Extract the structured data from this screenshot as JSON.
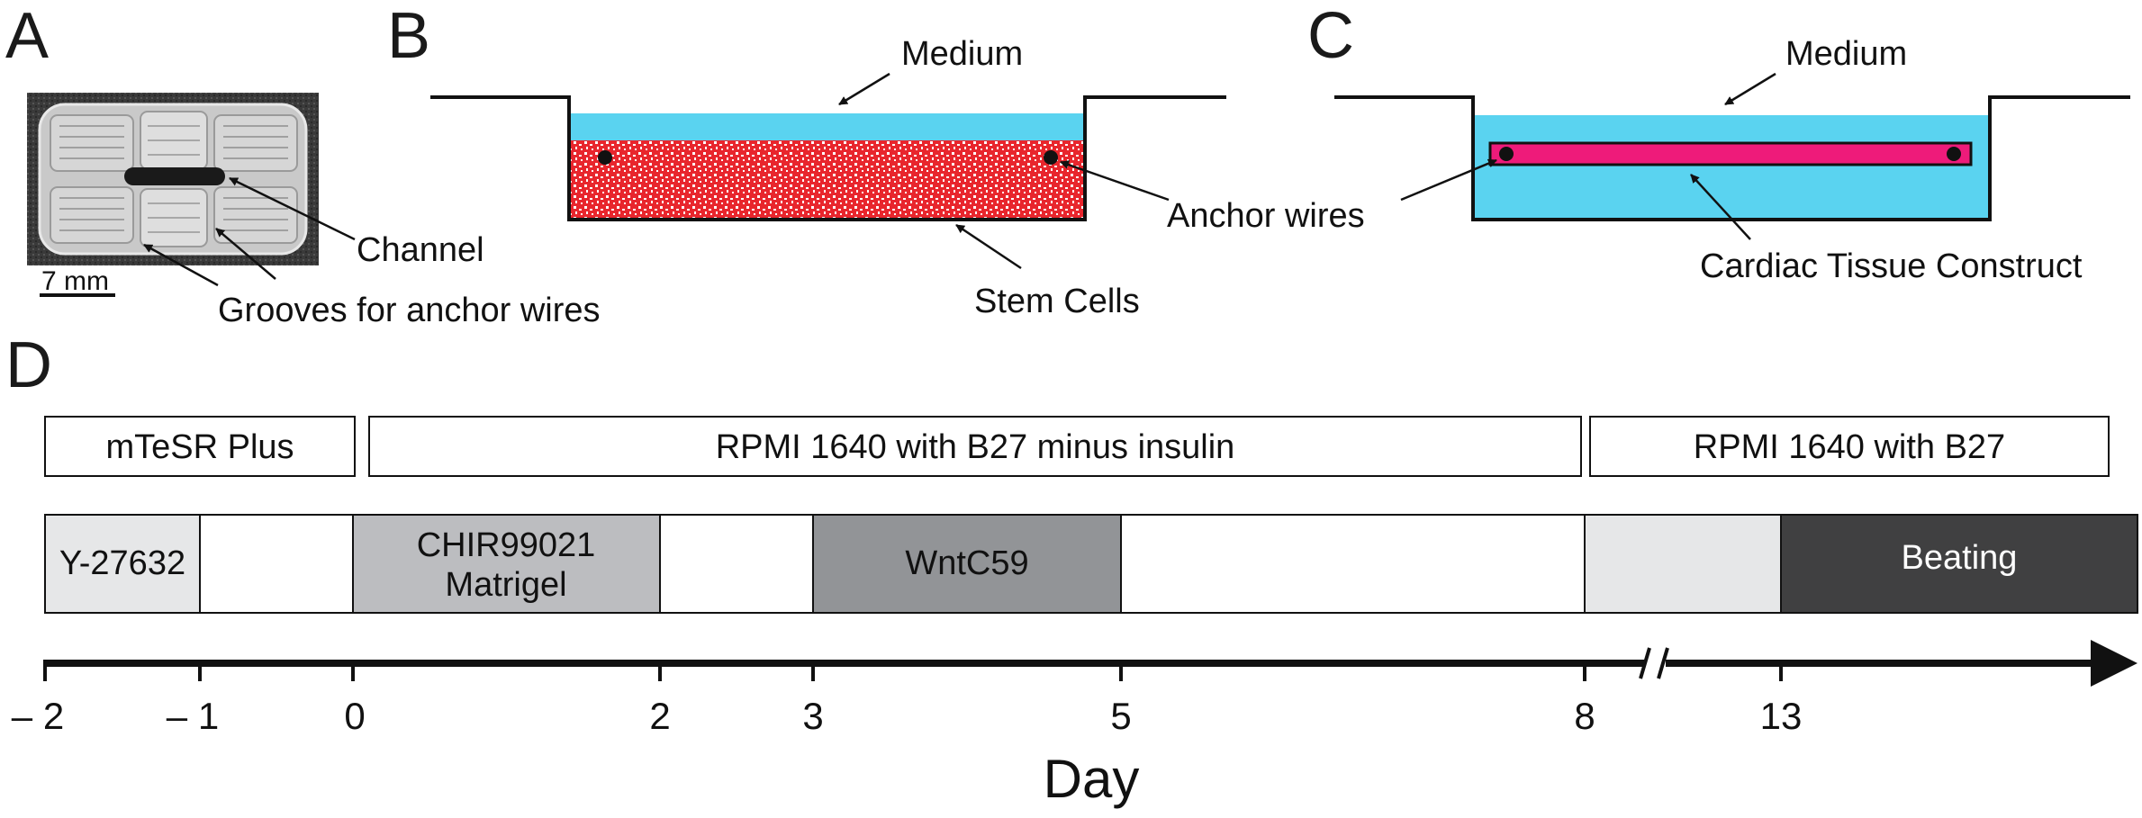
{
  "panels": {
    "a": {
      "letter": "A",
      "labels": {
        "channel": "Channel",
        "grooves": "Grooves for anchor wires",
        "scale": "7 mm"
      }
    },
    "b": {
      "letter": "B",
      "labels": {
        "medium": "Medium",
        "anchor_wires": "Anchor wires",
        "stem_cells": "Stem Cells"
      },
      "colors": {
        "medium": "#5ad3f0",
        "cells": "#e8262d"
      }
    },
    "c": {
      "letter": "C",
      "labels": {
        "medium": "Medium",
        "construct": "Cardiac Tissue Construct"
      },
      "colors": {
        "medium": "#5ad3f0",
        "construct": "#ee1b7a"
      }
    },
    "d": {
      "letter": "D",
      "media": [
        {
          "label": "mTeSR Plus"
        },
        {
          "label": "RPMI 1640 with B27 minus insulin"
        },
        {
          "label": "RPMI 1640 with B27"
        }
      ],
      "treatments": [
        {
          "label_lines": [
            "Y-27632"
          ],
          "from": -2,
          "to": -1,
          "color": "#e6e7e8"
        },
        {
          "label_lines": [
            "CHIR99021",
            "Matrigel"
          ],
          "from": 0,
          "to": 2,
          "color": "#bcbdc0"
        },
        {
          "label_lines": [
            "WntC59"
          ],
          "from": 3,
          "to": 5,
          "color": "#929497"
        },
        {
          "label_lines": [
            "Beating"
          ],
          "from": 13,
          "to": "end",
          "color": "#404041"
        }
      ],
      "ticks": [
        "– 2",
        "– 1",
        "0",
        "2",
        "3",
        "5",
        "8",
        "13"
      ],
      "axis_title": "Day"
    }
  }
}
